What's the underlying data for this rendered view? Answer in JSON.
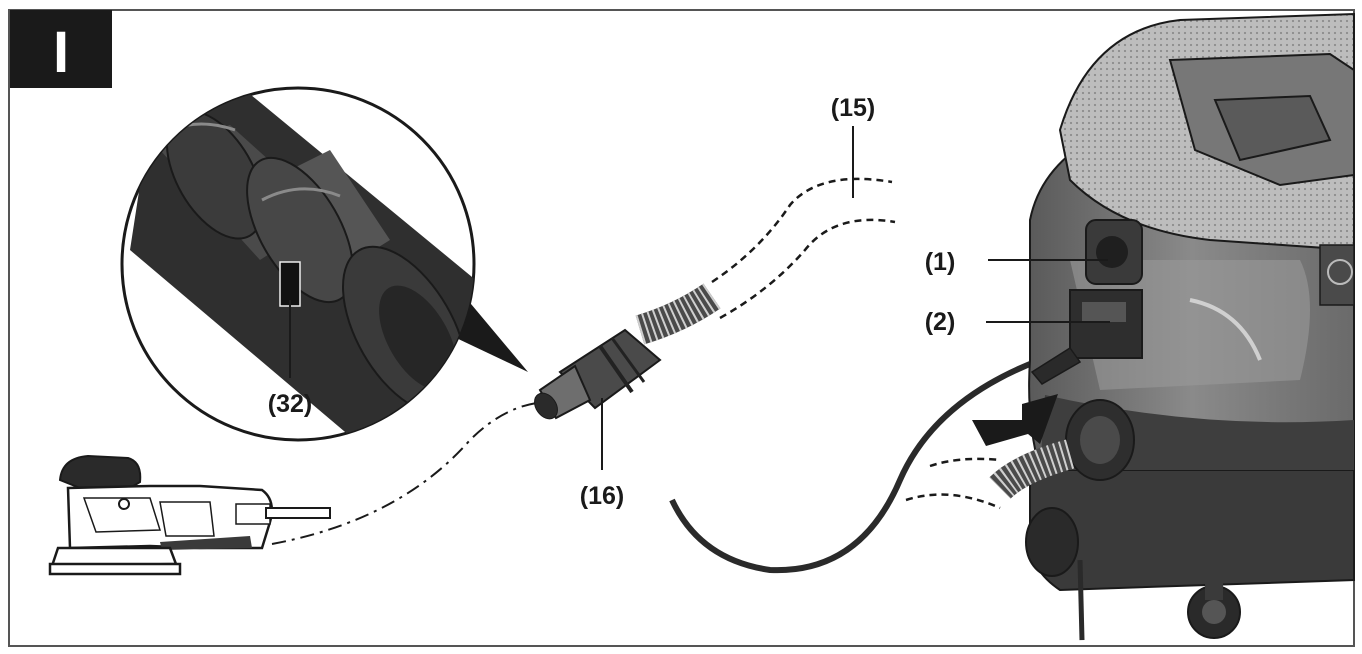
{
  "figure": {
    "badge": "I",
    "callouts": {
      "c15": "(15)",
      "c1": "(1)",
      "c2": "(2)",
      "c32": "(32)",
      "c16": "(16)"
    }
  },
  "colors": {
    "frame": "#555555",
    "badge_bg": "#1a1a1a",
    "ink": "#1a1a1a",
    "dark_body": "#3a3a3a",
    "mid_body": "#6e6e6e",
    "light_body": "#a9a9a9",
    "hose": "#4a4a4a"
  }
}
